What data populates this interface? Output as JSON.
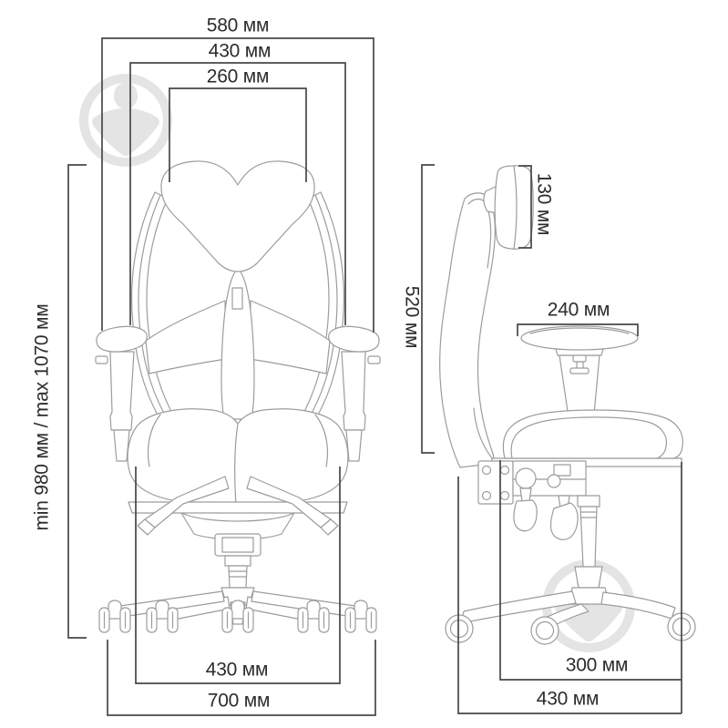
{
  "front_view": {
    "dimensions": {
      "overall_width": "580 мм",
      "backrest_width": "430 мм",
      "headrest_width": "260 мм",
      "height_range": "min 980 мм / max 1070 мм",
      "seat_width": "430 мм",
      "base_width": "700 мм"
    }
  },
  "side_view": {
    "dimensions": {
      "backrest_height": "520 мм",
      "headrest_height": "130 мм",
      "armrest_length": "240 мм",
      "seat_depth": "300 мм",
      "base_depth": "430 мм"
    }
  },
  "colors": {
    "background": "#ffffff",
    "chair_line": "#9c9c9c",
    "dimension_line": "#474747",
    "label_text": "#2c2c2c",
    "watermark": "#e4e4e4"
  },
  "icons": {
    "watermark_logo": "brand-watermark-logo"
  }
}
